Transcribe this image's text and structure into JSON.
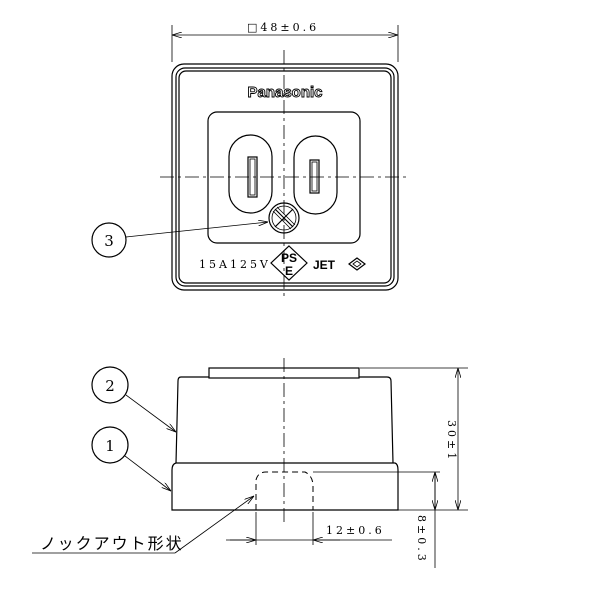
{
  "top_view": {
    "width_dimension": "□48±0.6",
    "brand": "Panasonic",
    "rating": "15A125V",
    "pse_mark": "PS E",
    "jet_mark": "JET",
    "balloon_3": "3"
  },
  "side_view": {
    "height_dimension": "30±1",
    "knockout_depth_dimension": "8±0.3",
    "knockout_width_dimension": "12±0.6",
    "knockout_label": "ノックアウト形状",
    "balloon_1": "1",
    "balloon_2": "2"
  }
}
